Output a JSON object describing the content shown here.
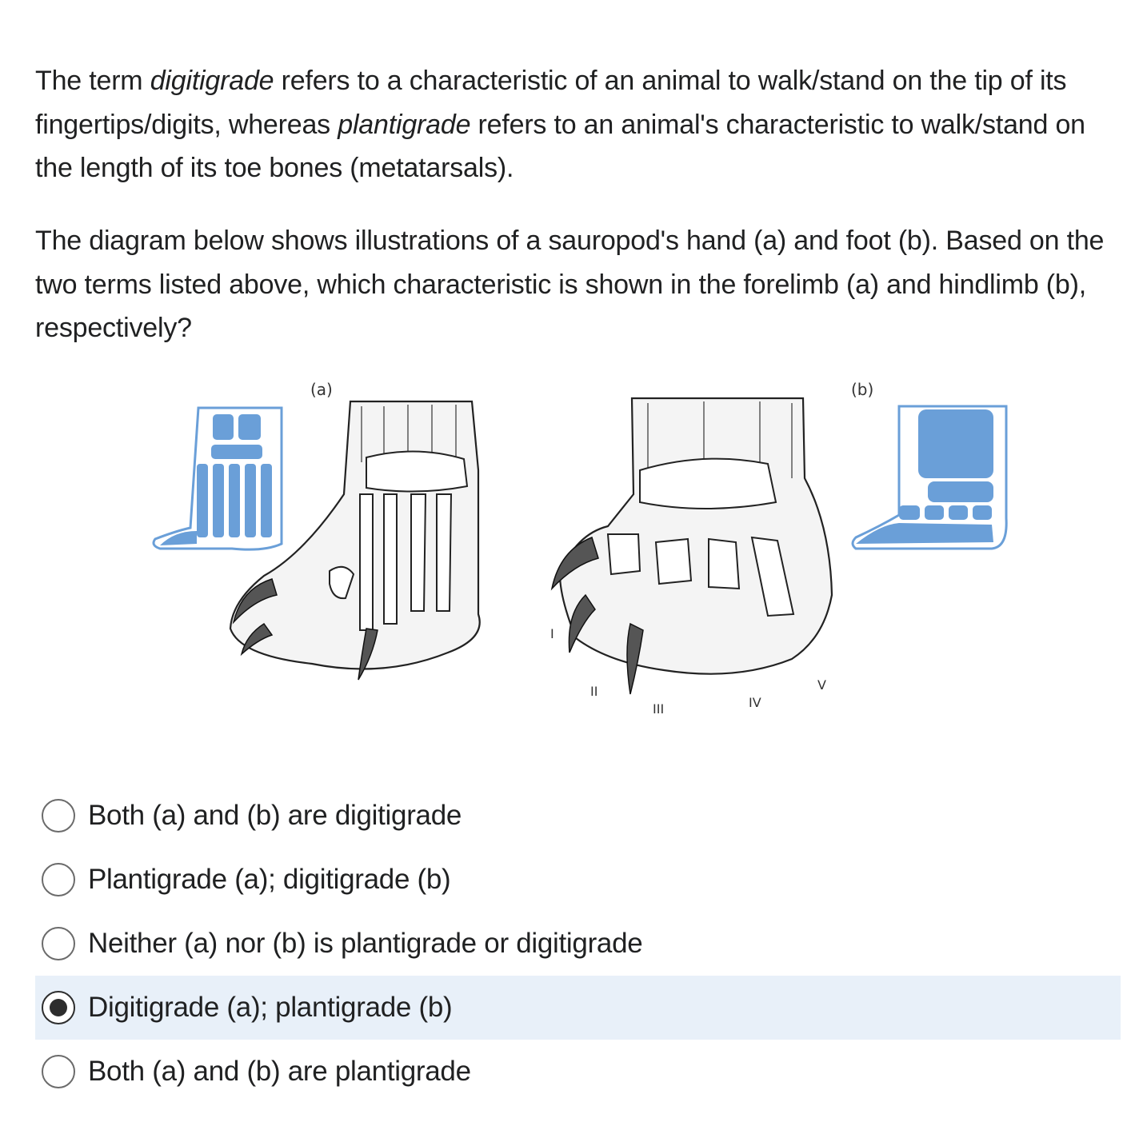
{
  "question": {
    "para1": {
      "t1": "The term ",
      "term1": "digitigrade",
      "t2": " refers to a characteristic of an animal to walk/stand on the tip of its fingertips/digits, whereas ",
      "term2": "plantigrade",
      "t3": " refers to an animal's characteristic to walk/stand on the length of its toe bones (metatarsals)."
    },
    "para2": "The diagram below shows illustrations of a sauropod's hand (a) and foot (b). Based on the two terms listed above, which characteristic is shown in the forelimb (a) and hindlimb (b), respectively?"
  },
  "figure": {
    "label_a": "(a)",
    "label_b": "(b)",
    "digit_labels": [
      "I",
      "II",
      "III",
      "IV",
      "V"
    ],
    "bone_color": "#6a9fd8"
  },
  "options": [
    {
      "label": "Both (a) and (b) are digitigrade",
      "selected": false
    },
    {
      "label": "Plantigrade (a); digitigrade (b)",
      "selected": false
    },
    {
      "label": "Neither (a) nor (b) is plantigrade or digitigrade",
      "selected": false
    },
    {
      "label": "Digitigrade (a); plantigrade (b)",
      "selected": true
    },
    {
      "label": "Both (a) and (b) are plantigrade",
      "selected": false
    }
  ]
}
